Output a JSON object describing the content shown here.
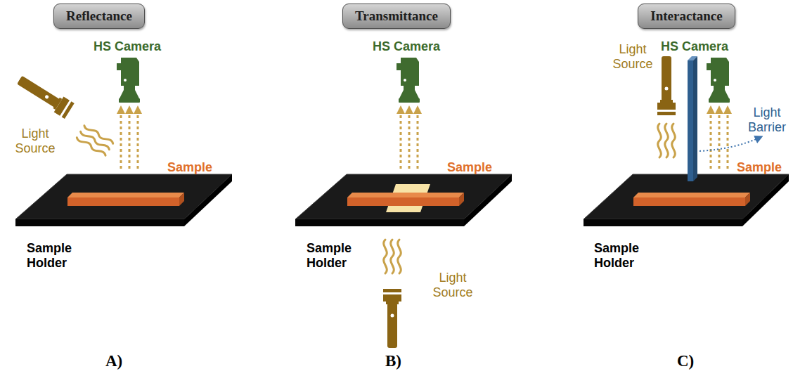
{
  "diagram": {
    "nodes": [
      {
        "text": [
          "Reflectance"
        ]
      },
      {
        "text": [
          "Transmittance"
        ]
      },
      {
        "text": [
          "Interactance"
        ]
      }
    ],
    "labels": [
      "HS Camera",
      "Light Source",
      "Sample",
      "Sample Holder",
      "A)",
      "HS Camera",
      "Sample",
      "Sample Holder",
      "Light Source",
      "B)",
      "Light Source",
      "HS Camera",
      "Light Barrier",
      "Sample",
      "Sample Holder",
      "C)"
    ]
  }
}
